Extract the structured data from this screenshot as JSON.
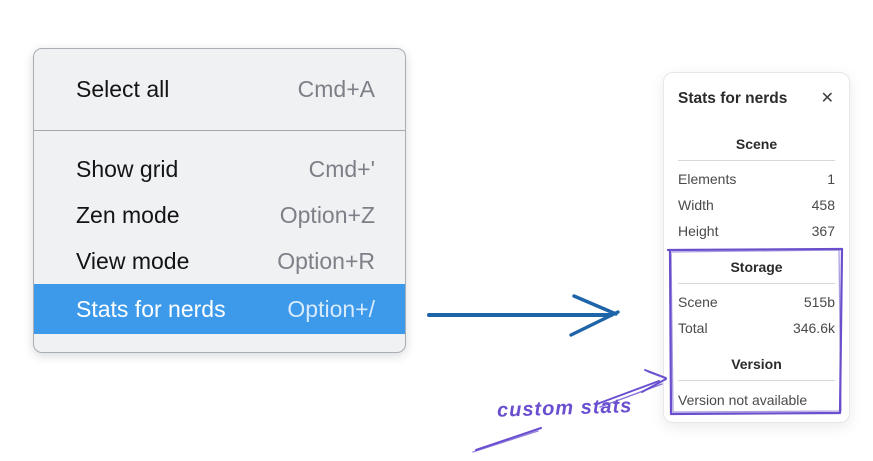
{
  "menu": {
    "groups": [
      {
        "items": [
          {
            "label": "Select all",
            "shortcut": "Cmd+A"
          }
        ]
      },
      {
        "items": [
          {
            "label": "Show grid",
            "shortcut": "Cmd+'"
          },
          {
            "label": "Zen mode",
            "shortcut": "Option+Z"
          },
          {
            "label": "View mode",
            "shortcut": "Option+R"
          },
          {
            "label": "Stats for nerds",
            "shortcut": "Option+/",
            "highlighted": true
          }
        ]
      }
    ]
  },
  "stats_panel": {
    "title": "Stats for nerds",
    "close_icon": "✕",
    "sections": [
      {
        "title": "Scene",
        "rows": [
          {
            "label": "Elements",
            "value": "1"
          },
          {
            "label": "Width",
            "value": "458"
          },
          {
            "label": "Height",
            "value": "367"
          }
        ]
      },
      {
        "title": "Storage",
        "rows": [
          {
            "label": "Scene",
            "value": "515b"
          },
          {
            "label": "Total",
            "value": "346.6k"
          }
        ]
      },
      {
        "title": "Version",
        "rows": [],
        "note": "Version not available"
      }
    ]
  },
  "annotation": {
    "label": "custom stats"
  },
  "colors": {
    "menu_highlight_blue": "#3d99ea",
    "flow_arrow_blue": "#1d64a8",
    "annotation_purple": "#6a4ed0",
    "menu_background": "#f0f1f3"
  }
}
